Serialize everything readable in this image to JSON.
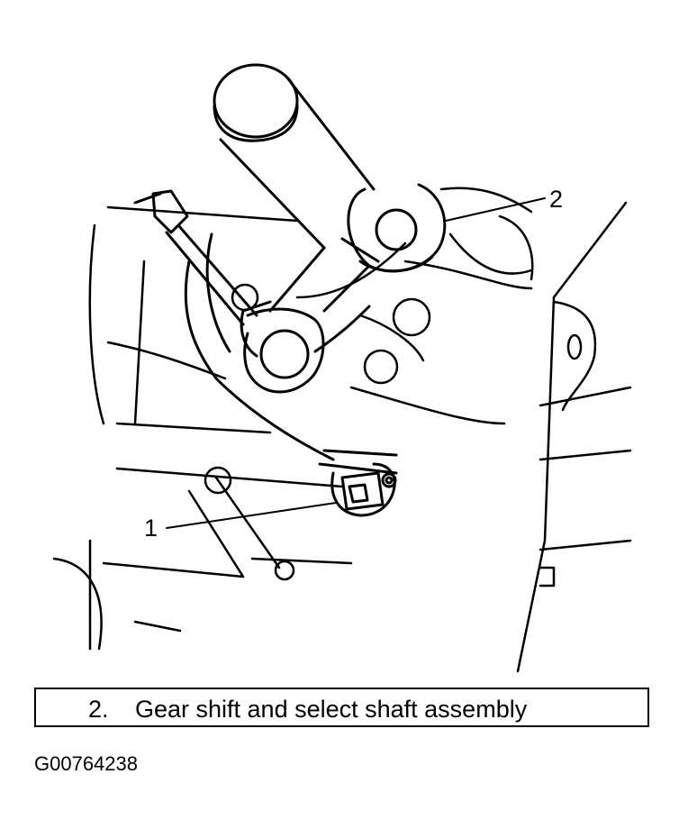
{
  "callouts": [
    {
      "number": "1"
    },
    {
      "number": "2"
    }
  ],
  "legend": {
    "number": "2.",
    "text": "Gear shift and select shaft assembly"
  },
  "figure_id": "G00764238"
}
